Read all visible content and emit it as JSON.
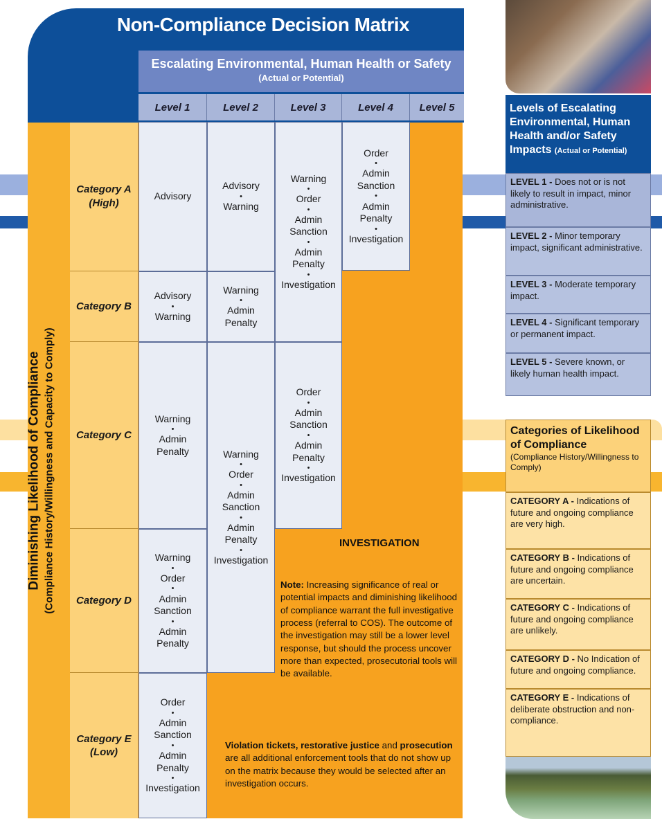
{
  "title": "Non-Compliance Decision Matrix",
  "escalation_header": {
    "line1": "Escalating Environmental, Human Health or Safety",
    "line2": "(Actual or Potential)"
  },
  "levels": [
    "Level 1",
    "Level 2",
    "Level 3",
    "Level 4",
    "Level 5"
  ],
  "vertical_axis": {
    "line1": "Diminishing Likelihood of Compliance",
    "line2": "(Compliance History/Willingness and Capacity to Comply)"
  },
  "categories": [
    {
      "line1": "Category A",
      "line2": "(High)"
    },
    {
      "line1": "Category B",
      "line2": ""
    },
    {
      "line1": "Category C",
      "line2": ""
    },
    {
      "line1": "Category D",
      "line2": ""
    },
    {
      "line1": "Category E",
      "line2": "(Low)"
    }
  ],
  "cells": {
    "a1": [
      "Advisory"
    ],
    "a2": [
      "Advisory",
      "Warning"
    ],
    "b1": [
      "Advisory",
      "Warning"
    ],
    "b2": [
      "Warning",
      "Admin Penalty"
    ],
    "ab3": [
      "Warning",
      "Order",
      "Admin Sanction",
      "Admin Penalty",
      "Investigation"
    ],
    "a4": [
      "Order",
      "Admin Sanction",
      "Admin Penalty",
      "Investigation"
    ],
    "c1": [
      "Warning",
      "Admin Penalty"
    ],
    "cd2": [
      "Warning",
      "Order",
      "Admin Sanction",
      "Admin Penalty",
      "Investigation"
    ],
    "c3": [
      "Order",
      "Admin Sanction",
      "Admin Penalty",
      "Investigation"
    ],
    "d1": [
      "Warning",
      "Order",
      "Admin Sanction",
      "Admin Penalty"
    ],
    "e1": [
      "Order",
      "Admin Sanction",
      "Admin Penalty",
      "Investigation"
    ]
  },
  "investigation_label": "INVESTIGATION",
  "note": {
    "lead": "Note:",
    "text": " Increasing significance of real or potential impacts and diminishing likelihood of compliance warrant the full investigative process (referral to COS). The outcome of the investigation may still be a lower level response, but should the process uncover more than expected, prosecutorial tools will be available."
  },
  "violation": {
    "b1": "Violation tickets,",
    "t1": " ",
    "b2": "restorative justice",
    "t2": " and ",
    "b3": "prosecution",
    "t3": " are all additional enforcement tools that do not show up on the matrix because they would be selected after an investigation occurs."
  },
  "levels_panel": {
    "title": "Levels of Escalating Environmental, Human Health and/or Safety Impacts",
    "title_small": "(Actual or Potential)",
    "items": [
      {
        "label": "LEVEL 1 -",
        "text": " Does not or is not likely to result in impact, minor administrative."
      },
      {
        "label": "LEVEL 2 -",
        "text": " Minor temporary impact, significant administrative."
      },
      {
        "label": "LEVEL 3 -",
        "text": " Moderate temporary impact."
      },
      {
        "label": "LEVEL 4 -",
        "text": " Significant temporary or permanent impact."
      },
      {
        "label": "LEVEL 5 -",
        "text": " Severe known, or likely human health impact."
      }
    ]
  },
  "categories_panel": {
    "title": "Categories of Likelihood of Compliance",
    "title_small": "(Compliance History/Willingness to Comply)",
    "items": [
      {
        "label": "CATEGORY A -",
        "text": " Indications of future and ongoing compliance are very high."
      },
      {
        "label": "CATEGORY B -",
        "text": " Indications of future and ongoing compliance are uncertain."
      },
      {
        "label": "CATEGORY C -",
        "text": " Indications of future and ongoing compliance are unlikely."
      },
      {
        "label": "CATEGORY D -",
        "text": " No Indication of future and ongoing compliance."
      },
      {
        "label": "CATEGORY E -",
        "text": " Indications of deliberate obstruction and non-compliance."
      }
    ]
  },
  "colors": {
    "navy": "#0d4f99",
    "periwinkle": "#6f86c4",
    "orange": "#f7a21f",
    "light_yellow": "#fcd27a",
    "cell_fill": "#e9edf5"
  }
}
